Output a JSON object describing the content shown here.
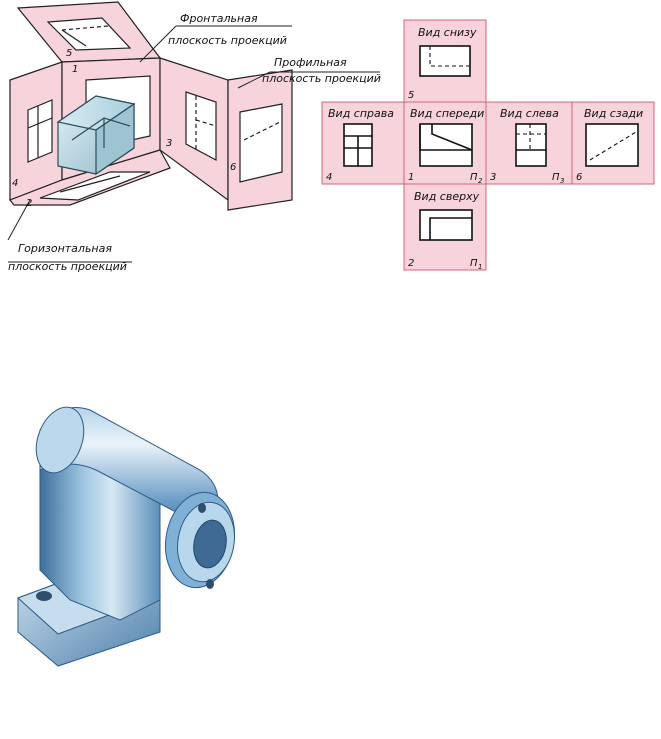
{
  "isometric": {
    "label_frontal_line1": "Фронтальная",
    "label_frontal_line2": "плоскость проекций",
    "label_profile_line1": "Профильная",
    "label_profile_line2": "плоскость проекций",
    "label_horizontal_line1": "Горизонтальная",
    "label_horizontal_line2": "плоскость проекций",
    "num_1": "1",
    "num_2": "2",
    "num_3": "3",
    "num_4": "4",
    "num_5": "5",
    "num_6": "6"
  },
  "views": {
    "bottom": {
      "title": "Вид снизу",
      "num": "5"
    },
    "right": {
      "title": "Вид справа",
      "num": "4"
    },
    "front": {
      "title": "Вид спереди",
      "num": "1",
      "plane": "П",
      "plane_sub": "2"
    },
    "left": {
      "title": "Вид слева",
      "num": "3",
      "plane": "П",
      "plane_sub": "3"
    },
    "rear": {
      "title": "Вид сзади",
      "num": "6"
    },
    "top": {
      "title": "Вид сверху",
      "num": "2",
      "plane": "П",
      "plane_sub": "1"
    }
  },
  "colors": {
    "plane_fill": "#f7d3dc",
    "plane_edge": "#d9627e",
    "cube_light": "#cfe6ee",
    "cube_dark": "#8fb9c9",
    "part_blue": "#6fa3c9"
  }
}
